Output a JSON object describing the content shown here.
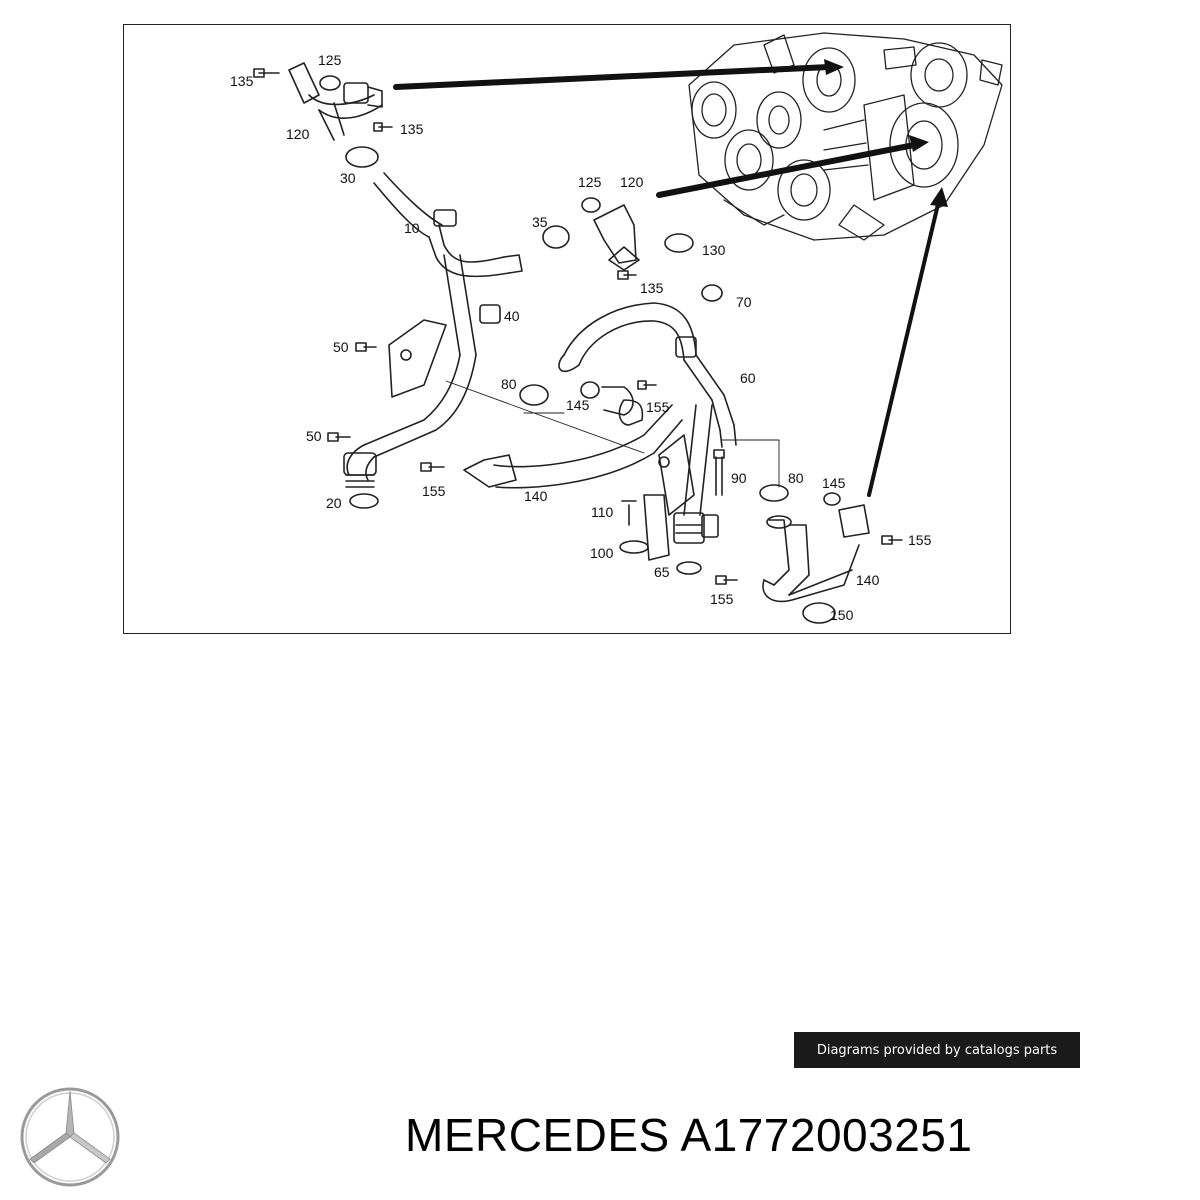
{
  "diagram": {
    "callouts": [
      {
        "id": "c135a",
        "text": "135"
      },
      {
        "id": "c125a",
        "text": "125"
      },
      {
        "id": "c120a",
        "text": "120"
      },
      {
        "id": "c135b",
        "text": "135"
      },
      {
        "id": "c30",
        "text": "30"
      },
      {
        "id": "c10",
        "text": "10"
      },
      {
        "id": "c125b",
        "text": "125"
      },
      {
        "id": "c120b",
        "text": "120"
      },
      {
        "id": "c35",
        "text": "35"
      },
      {
        "id": "c130",
        "text": "130"
      },
      {
        "id": "c135c",
        "text": "135"
      },
      {
        "id": "c40",
        "text": "40"
      },
      {
        "id": "c70",
        "text": "70"
      },
      {
        "id": "c50a",
        "text": "50"
      },
      {
        "id": "c80a",
        "text": "80"
      },
      {
        "id": "c145a",
        "text": "145"
      },
      {
        "id": "c155a",
        "text": "155"
      },
      {
        "id": "c60",
        "text": "60"
      },
      {
        "id": "c50b",
        "text": "50"
      },
      {
        "id": "c20",
        "text": "20"
      },
      {
        "id": "c155b",
        "text": "155"
      },
      {
        "id": "c140a",
        "text": "140"
      },
      {
        "id": "c90",
        "text": "90"
      },
      {
        "id": "c80b",
        "text": "80"
      },
      {
        "id": "c145b",
        "text": "145"
      },
      {
        "id": "c110",
        "text": "110"
      },
      {
        "id": "c155c",
        "text": "155"
      },
      {
        "id": "c100",
        "text": "100"
      },
      {
        "id": "c65",
        "text": "65"
      },
      {
        "id": "c140b",
        "text": "140"
      },
      {
        "id": "c155d",
        "text": "155"
      },
      {
        "id": "c150",
        "text": "150"
      }
    ]
  },
  "badge": {
    "text": "Diagrams provided by catalogs parts"
  },
  "brand": {
    "title": "MERCEDES A1772003251",
    "logo_icon": "mercedes-star-icon"
  },
  "colors": {
    "ink": "#111111",
    "badge_bg": "#1a1a1a",
    "badge_text": "#ffffff"
  }
}
